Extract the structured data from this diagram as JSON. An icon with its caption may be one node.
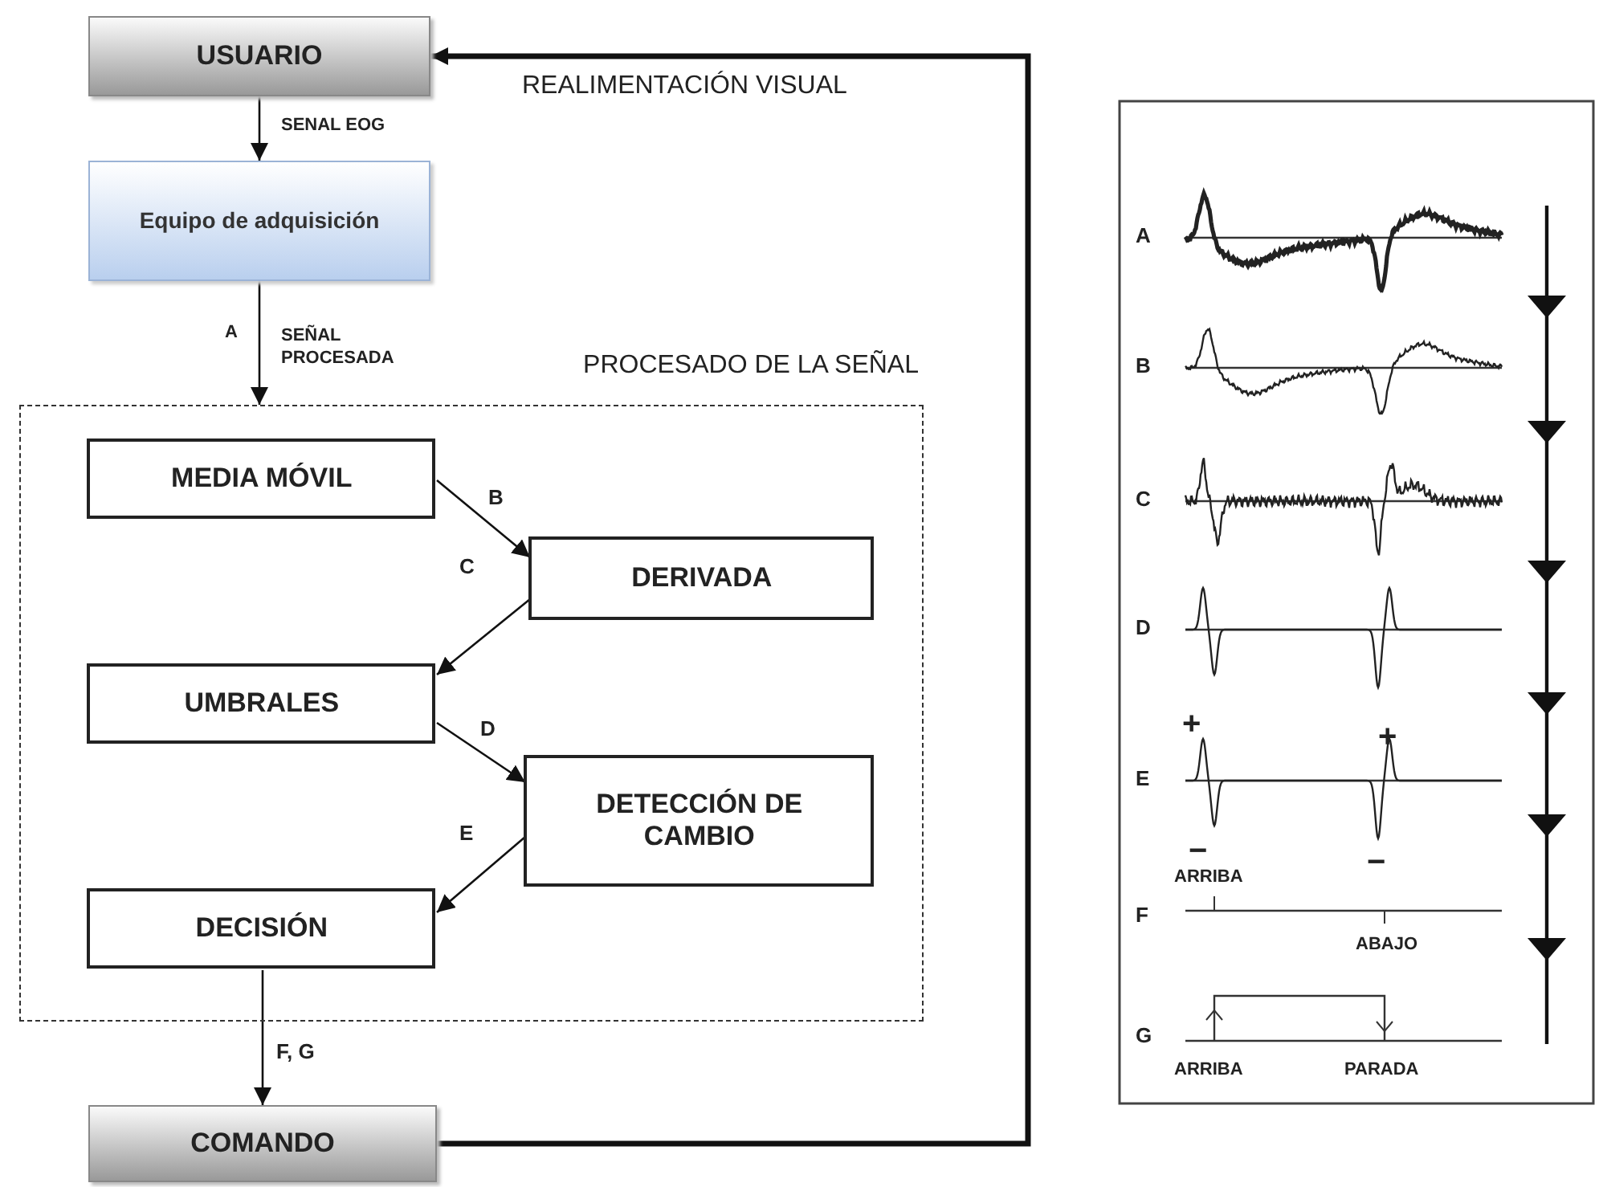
{
  "diagram": {
    "nodes": [
      {
        "text": [
          "USUARIO"
        ]
      },
      {
        "text": [
          "Equipo de adquisición"
        ]
      },
      {
        "text": [
          "PROCESADO DE LA SEÑAL"
        ]
      },
      {
        "text": [
          "MEDIA MÓVIL"
        ],
        "in": 2
      },
      {
        "text": [
          "DERIVADA"
        ],
        "in": 2
      },
      {
        "text": [
          "UMBRALES"
        ],
        "in": 2
      },
      {
        "text": [
          "DETECCIÓN DE CAMBIO"
        ],
        "in": 2
      },
      {
        "text": [
          "DECISIÓN"
        ],
        "in": 2
      },
      {
        "text": [
          "COMANDO"
        ]
      }
    ],
    "edges": [
      {
        "from": 0,
        "to": 1,
        "arrow": "to",
        "label": "SENAL EOG"
      },
      {
        "from": 1,
        "to": 2,
        "arrow": "to",
        "label": "A"
      },
      {
        "from": 3,
        "to": 4,
        "arrow": "to",
        "label": "B"
      },
      {
        "from": 4,
        "to": 5,
        "arrow": "to",
        "label": "C"
      },
      {
        "from": 5,
        "to": 6,
        "arrow": "to",
        "label": "D"
      },
      {
        "from": 6,
        "to": 7,
        "arrow": "to",
        "label": "E"
      },
      {
        "from": 7,
        "to": 8,
        "arrow": "to",
        "label": "F, G"
      },
      {
        "from": 8,
        "to": 0,
        "arrow": "to",
        "label": "REALIMENTACIÓN VISUAL",
        "style": "thick"
      }
    ],
    "labels": [
      "SEÑAL PROCESADA",
      "A",
      "B",
      "C",
      "D",
      "+",
      "+",
      "E",
      "−",
      "−",
      "ARRIBA",
      "F",
      "ABAJO",
      "G",
      "ARRIBA",
      "PARADA"
    ]
  }
}
